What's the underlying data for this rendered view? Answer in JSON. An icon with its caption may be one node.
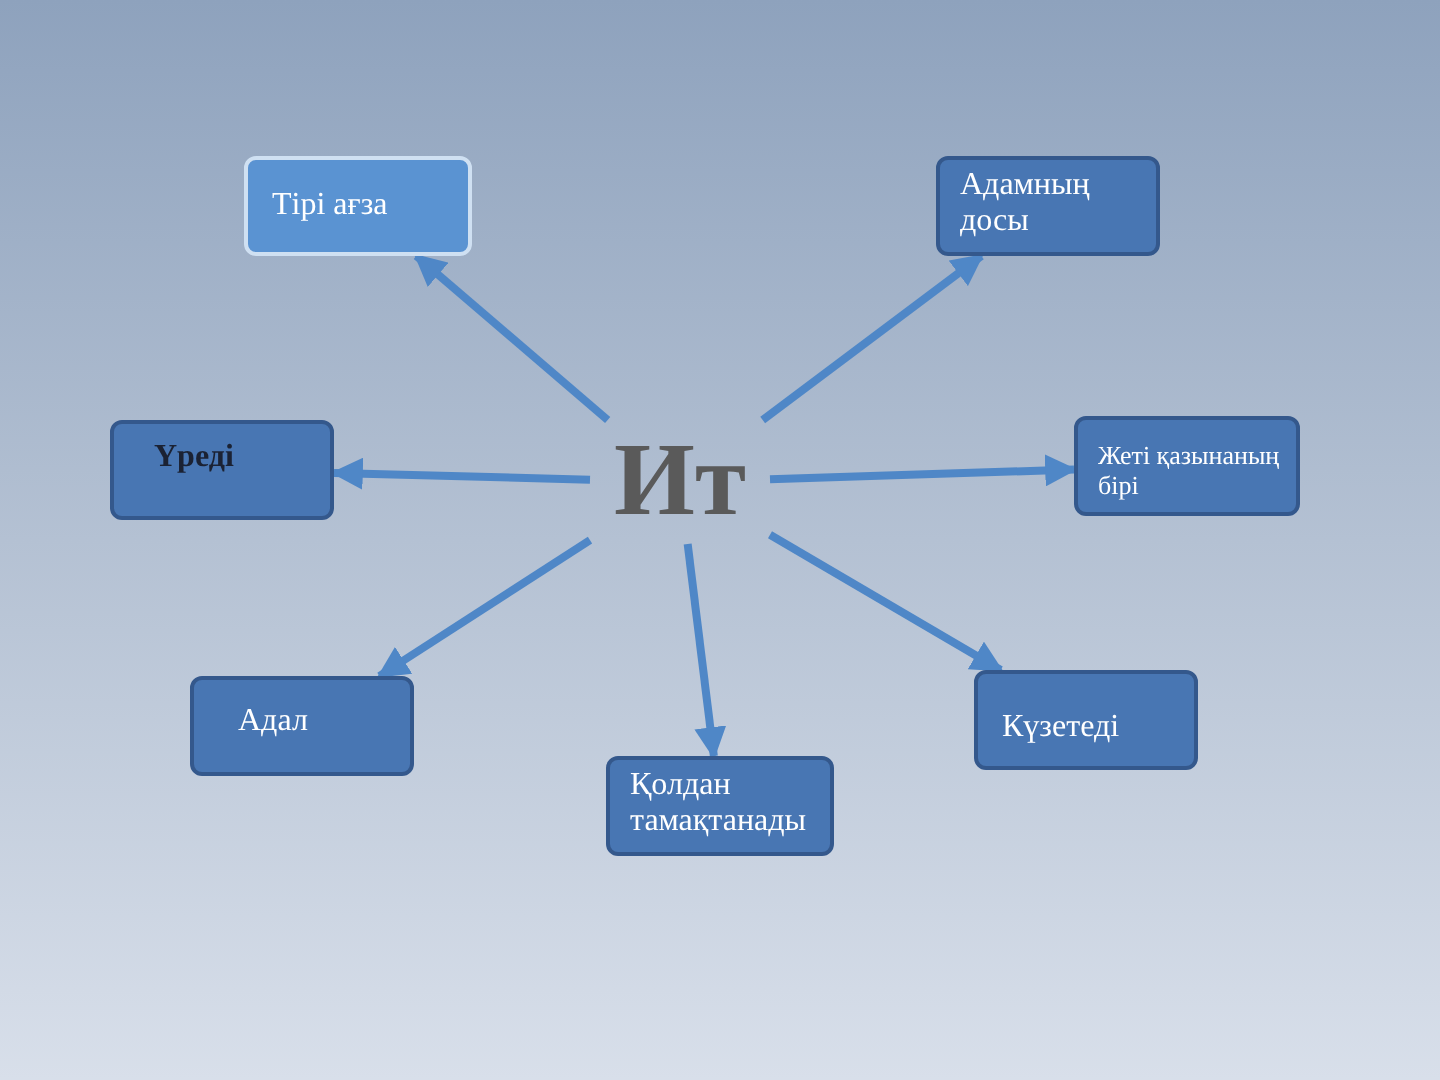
{
  "diagram": {
    "nodes": [
      {
        "text": [
          "Ит"
        ]
      },
      {
        "text": [
          "Тірі ағза"
        ]
      },
      {
        "text": [
          "Адамның досы"
        ]
      },
      {
        "text": [
          "Үреді"
        ]
      },
      {
        "text": [
          "Жеті қазынаның бірі"
        ]
      },
      {
        "text": [
          "Адал"
        ]
      },
      {
        "text": [
          "Қолдан тамақтанады"
        ]
      },
      {
        "text": [
          "Күзетеді"
        ]
      }
    ],
    "edges": [
      {
        "from": 0,
        "to": 1,
        "arrow": "to"
      },
      {
        "from": 0,
        "to": 2,
        "arrow": "to"
      },
      {
        "from": 0,
        "to": 3,
        "arrow": "to"
      },
      {
        "from": 0,
        "to": 4,
        "arrow": "to"
      },
      {
        "from": 0,
        "to": 5,
        "arrow": "to"
      },
      {
        "from": 0,
        "to": 6,
        "arrow": "to"
      },
      {
        "from": 0,
        "to": 7,
        "arrow": "to"
      }
    ]
  }
}
